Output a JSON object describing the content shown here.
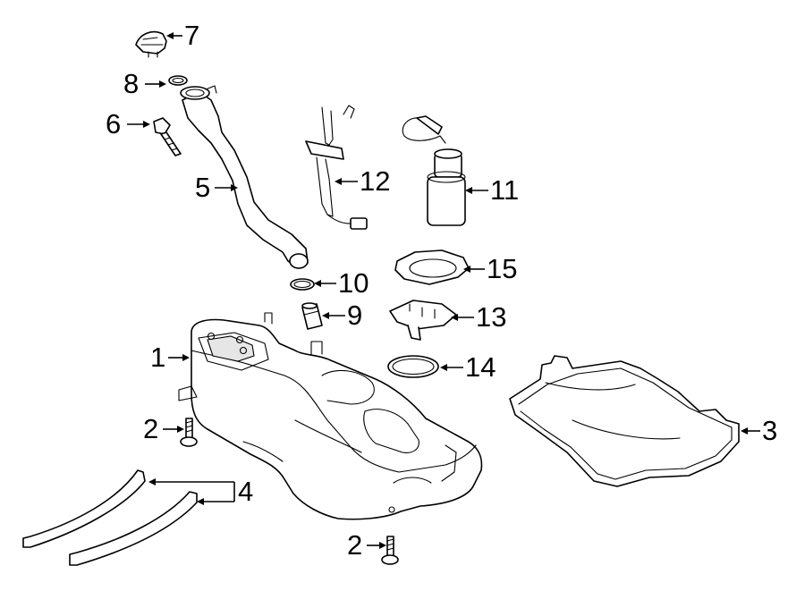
{
  "callouts": [
    {
      "id": "7",
      "label": "7"
    },
    {
      "id": "8",
      "label": "8"
    },
    {
      "id": "6",
      "label": "6"
    },
    {
      "id": "5",
      "label": "5"
    },
    {
      "id": "12",
      "label": "12"
    },
    {
      "id": "11",
      "label": "11"
    },
    {
      "id": "15",
      "label": "15"
    },
    {
      "id": "10",
      "label": "10"
    },
    {
      "id": "9",
      "label": "9"
    },
    {
      "id": "13",
      "label": "13"
    },
    {
      "id": "1",
      "label": "1"
    },
    {
      "id": "14",
      "label": "14"
    },
    {
      "id": "3",
      "label": "3"
    },
    {
      "id": "2a",
      "label": "2"
    },
    {
      "id": "4",
      "label": "4"
    },
    {
      "id": "2b",
      "label": "2"
    }
  ]
}
